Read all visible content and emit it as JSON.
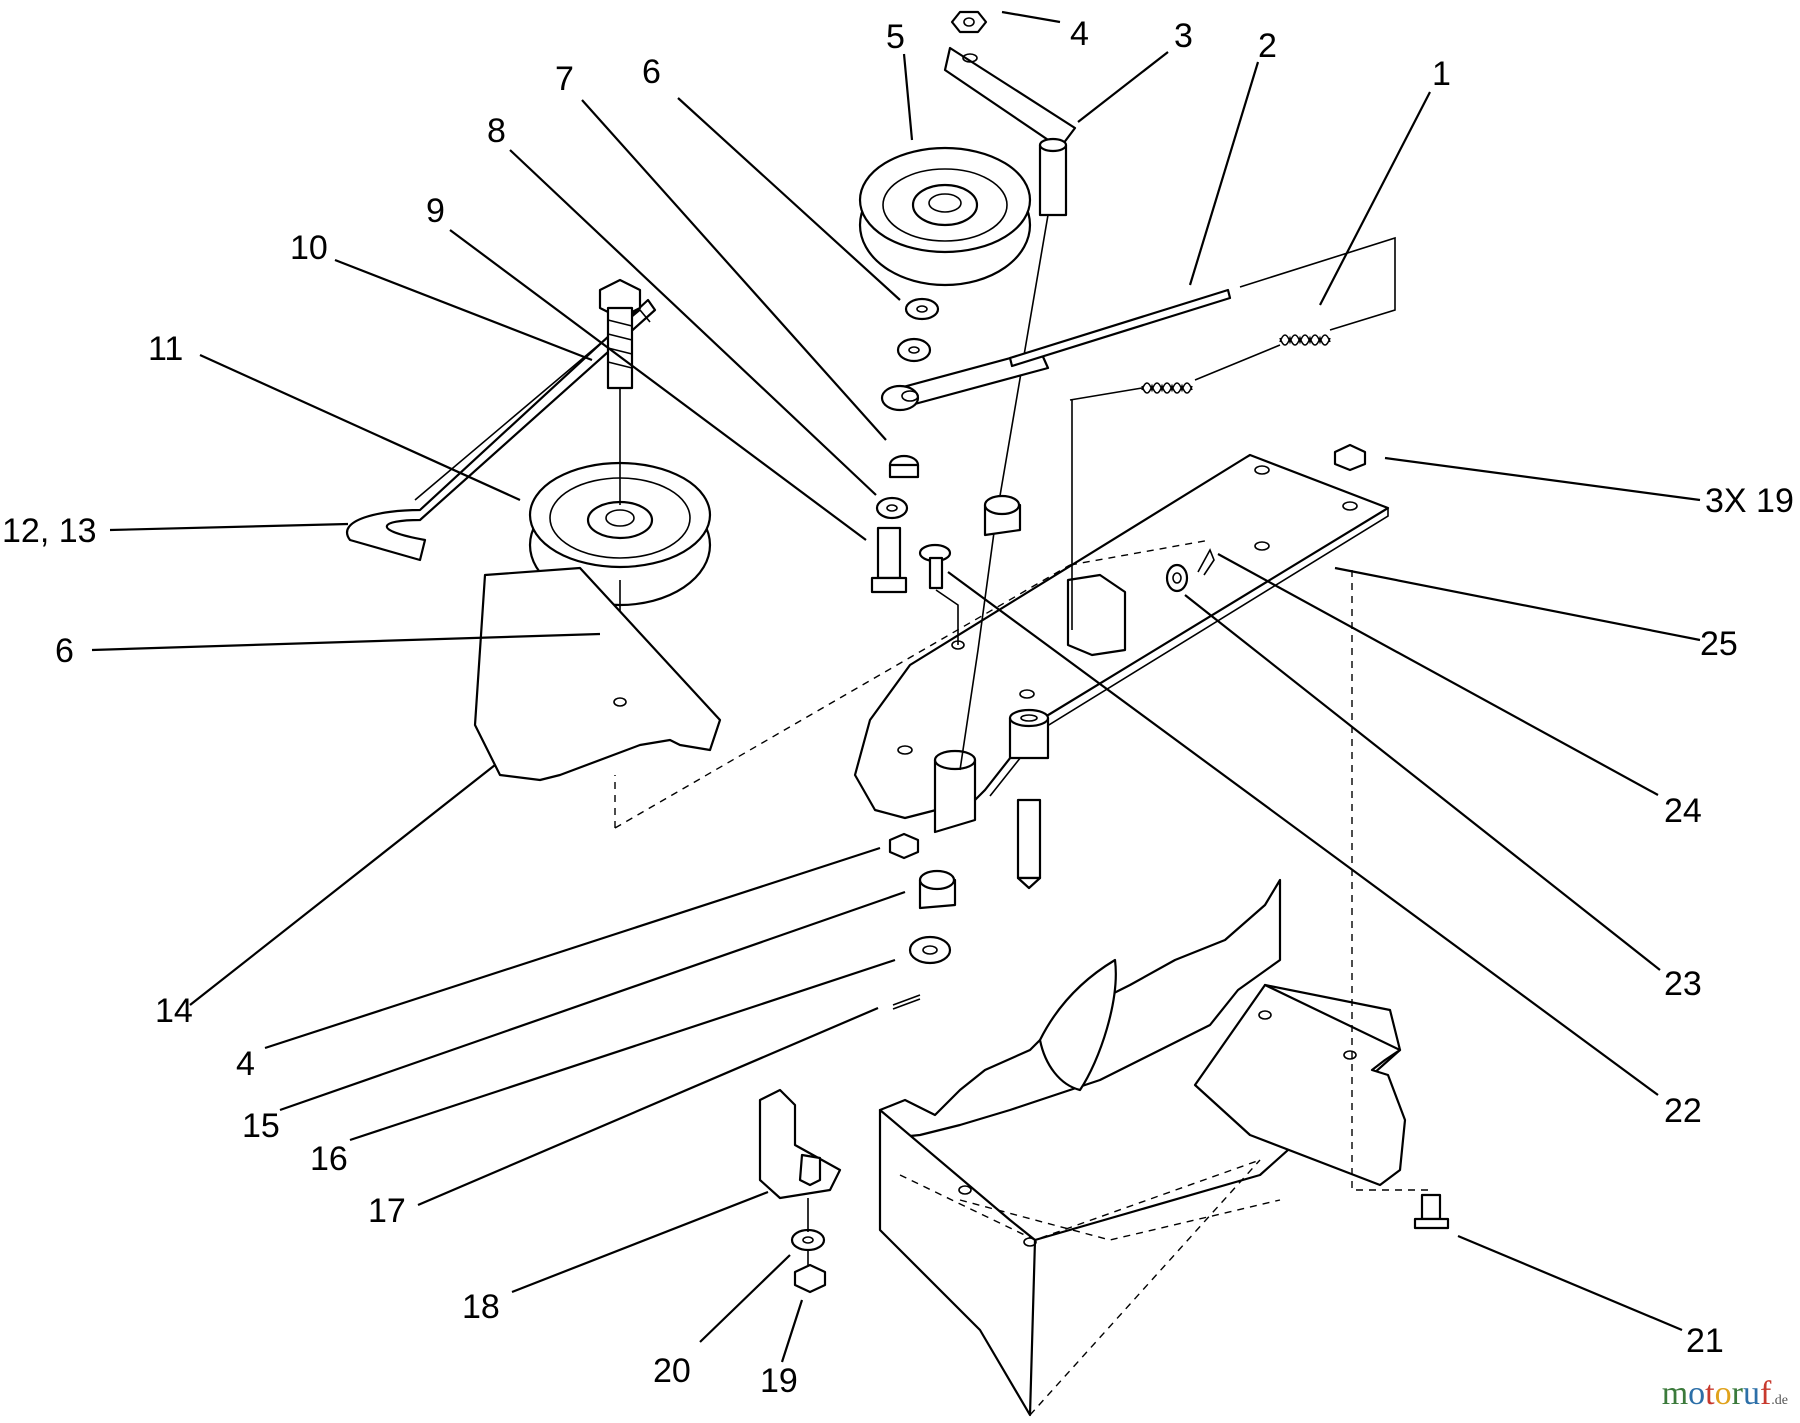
{
  "callouts": {
    "c1": "1",
    "c2": "2",
    "c3": "3",
    "c4a": "4",
    "c5": "5",
    "c6a": "6",
    "c7": "7",
    "c8": "8",
    "c9": "9",
    "c10": "10",
    "c11": "11",
    "c12_13": "12, 13",
    "c6b": "6",
    "c3x19": "3X 19",
    "c25": "25",
    "c24": "24",
    "c23": "23",
    "c22": "22",
    "c14": "14",
    "c4b": "4",
    "c15": "15",
    "c16": "16",
    "c17": "17",
    "c18": "18",
    "c20": "20",
    "c19": "19",
    "c21": "21"
  },
  "watermark": {
    "letters": [
      "m",
      "o",
      "t",
      "o",
      "r",
      "u",
      "f"
    ],
    "suffix": ".de",
    "colors": [
      "#3b7a3b",
      "#2c6fa8",
      "#c83a2e",
      "#e0a21c",
      "#3b7a3b",
      "#2c6fa8",
      "#c83a2e"
    ]
  }
}
